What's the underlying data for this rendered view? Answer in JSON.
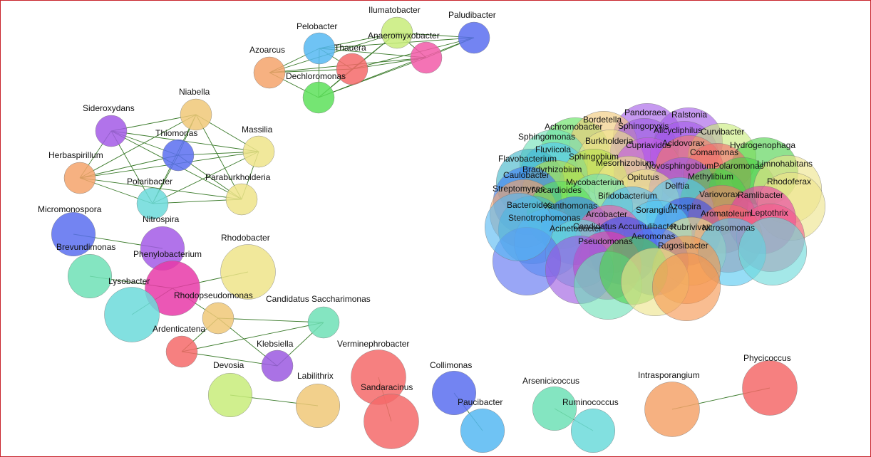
{
  "colors": {
    "edge": "#3a7a2a",
    "frame_border": "#c8232b",
    "palette": {
      "salmon": "#f4a36b",
      "sky": "#56b8f2",
      "lime": "#c8ec7a",
      "red": "#f46a6a",
      "pink": "#f25aa8",
      "indigo": "#5a6ff0",
      "green": "#5de05a",
      "violet": "#a35ae6",
      "tan": "#f0c878",
      "yellow": "#eee48a",
      "cyan": "#6cdada",
      "mint": "#6ee0b6",
      "magenta": "#e83aa8",
      "purple": "#9b59e0",
      "orange": "#f5944e",
      "blue": "#3c7cf0",
      "grass": "#4ed14a",
      "teal": "#3fb5c8",
      "coral": "#f27a6a",
      "olive": "#b6e04a",
      "navy": "#3b4fe8",
      "plum": "#c05ae0",
      "aqua": "#55c8f0",
      "rose": "#f25a8a"
    }
  },
  "nodes": [
    {
      "id": "Azoarcus",
      "label": "Azoarcus",
      "color": "salmon",
      "size": 1
    },
    {
      "id": "Pelobacter",
      "label": "Pelobacter",
      "color": "sky",
      "size": 1
    },
    {
      "id": "Ilumatobacter",
      "label": "Ilumatobacter",
      "color": "lime",
      "size": 1
    },
    {
      "id": "Paludibacter",
      "label": "Paludibacter",
      "color": "indigo",
      "size": 1
    },
    {
      "id": "Thauera",
      "label": "Thauera",
      "color": "red",
      "size": 1
    },
    {
      "id": "Anaeromyxobacter",
      "label": "Anaeromyxobacter",
      "color": "pink",
      "size": 1
    },
    {
      "id": "Dechloromonas",
      "label": "Dechloromonas",
      "color": "green",
      "size": 1
    },
    {
      "id": "Niabella",
      "label": "Niabella",
      "color": "tan",
      "size": 1
    },
    {
      "id": "Sideroxydans",
      "label": "Sideroxydans",
      "color": "violet",
      "size": 1
    },
    {
      "id": "Thiomonas",
      "label": "Thiomonas",
      "color": "indigo",
      "size": 1
    },
    {
      "id": "Massilia",
      "label": "Massilia",
      "color": "yellow",
      "size": 1
    },
    {
      "id": "Herbaspirillum",
      "label": "Herbaspirillum",
      "color": "salmon",
      "size": 1
    },
    {
      "id": "Polaribacter",
      "label": "Polaribacter",
      "color": "cyan",
      "size": 1
    },
    {
      "id": "Paraburkholderia",
      "label": "Paraburkholderia",
      "color": "yellow",
      "size": 1
    },
    {
      "id": "Micromonospora",
      "label": "Micromonospora",
      "color": "indigo",
      "size": 1.4
    },
    {
      "id": "Nitrospira",
      "label": "Nitrospira",
      "color": "violet",
      "size": 1.4
    },
    {
      "id": "Brevundimonas",
      "label": "Brevundimonas",
      "color": "mint",
      "size": 1.4
    },
    {
      "id": "Phenylobacterium",
      "label": "Phenylobacterium",
      "color": "magenta",
      "size": 1.75
    },
    {
      "id": "Rhodobacter",
      "label": "Rhodobacter",
      "color": "yellow",
      "size": 1.75
    },
    {
      "id": "Lysobacter",
      "label": "Lysobacter",
      "color": "cyan",
      "size": 1.75
    },
    {
      "id": "Rhodopseudomonas",
      "label": "Rhodopseudomonas",
      "color": "tan",
      "size": 1
    },
    {
      "id": "Candidatus Saccharimonas",
      "label": "Candidatus Saccharimonas",
      "color": "mint",
      "size": 1
    },
    {
      "id": "Ardenticatena",
      "label": "Ardenticatena",
      "color": "red",
      "size": 1
    },
    {
      "id": "Klebsiella",
      "label": "Klebsiella",
      "color": "purple",
      "size": 1
    },
    {
      "id": "Devosia",
      "label": "Devosia",
      "color": "lime",
      "size": 1.4
    },
    {
      "id": "Labilithrix",
      "label": "Labilithrix",
      "color": "tan",
      "size": 1.4
    },
    {
      "id": "Verminephrobacter",
      "label": "Verminephrobacter",
      "color": "red",
      "size": 1.75
    },
    {
      "id": "Sandaracinus",
      "label": "Sandaracinus",
      "color": "red",
      "size": 1.75
    },
    {
      "id": "Collimonas",
      "label": "Collimonas",
      "color": "indigo",
      "size": 1.4
    },
    {
      "id": "Paucibacter",
      "label": "Paucibacter",
      "color": "sky",
      "size": 1.4
    },
    {
      "id": "Arsenicicoccus",
      "label": "Arsenicicoccus",
      "color": "mint",
      "size": 1.4
    },
    {
      "id": "Ruminococcus",
      "label": "Ruminococcus",
      "color": "cyan",
      "size": 1.4
    },
    {
      "id": "Intrasporangium",
      "label": "Intrasporangium",
      "color": "salmon",
      "size": 1.75
    },
    {
      "id": "Phycicoccus",
      "label": "Phycicoccus",
      "color": "red",
      "size": 1.75
    },
    {
      "id": "Pandoraea",
      "label": "Pandoraea",
      "color": "violet",
      "size": 1.4
    },
    {
      "id": "Ralstonia",
      "label": "Ralstonia",
      "color": "violet",
      "size": 1.4
    },
    {
      "id": "Achromobacter",
      "label": "Achromobacter",
      "color": "green",
      "size": 1.4
    },
    {
      "id": "Bordetella",
      "label": "Bordetella",
      "color": "tan",
      "size": 1.4
    },
    {
      "id": "Sphingopyxis",
      "label": "Sphingopyxis",
      "color": "purple",
      "size": 1.4
    },
    {
      "id": "Alicycliphilus",
      "label": "Alicycliphilus",
      "color": "violet",
      "size": 1.4
    },
    {
      "id": "Curvibacter",
      "label": "Curvibacter",
      "color": "lime",
      "size": 1.4
    },
    {
      "id": "Sphingomonas",
      "label": "Sphingomonas",
      "color": "mint",
      "size": 1.4
    },
    {
      "id": "Burkholderia",
      "label": "Burkholderia",
      "color": "yellow",
      "size": 1.4
    },
    {
      "id": "Hydrogenophaga",
      "label": "Hydrogenophaga",
      "color": "grass",
      "size": 1.4
    },
    {
      "id": "Fluviicola",
      "label": "Fluviicola",
      "color": "aqua",
      "size": 1.4
    },
    {
      "id": "Cupriavidus",
      "label": "Cupriavidus",
      "color": "plum",
      "size": 1.4
    },
    {
      "id": "Acidovorax",
      "label": "Acidovorax",
      "color": "coral",
      "size": 1.4
    },
    {
      "id": "Comamonas",
      "label": "Comamonas",
      "color": "red",
      "size": 1.4
    },
    {
      "id": "Sphingobium",
      "label": "Sphingobium",
      "color": "olive",
      "size": 1.4
    },
    {
      "id": "Flavobacterium",
      "label": "Flavobacterium",
      "color": "teal",
      "size": 1.4
    },
    {
      "id": "Mesorhizobium",
      "label": "Mesorhizobium",
      "color": "yellow",
      "size": 1.4
    },
    {
      "id": "Novosphingobium",
      "label": "Novosphingobium",
      "color": "purple",
      "size": 1.4
    },
    {
      "id": "Polaromonas",
      "label": "Polaromonas",
      "color": "grass",
      "size": 1.4
    },
    {
      "id": "Limnohabitans",
      "label": "Limnohabitans",
      "color": "yellow",
      "size": 1.4
    },
    {
      "id": "Bradyrhizobium",
      "label": "Bradyrhizobium",
      "color": "olive",
      "size": 1.4
    },
    {
      "id": "Caulobacter",
      "label": "Caulobacter",
      "color": "blue",
      "size": 1.4
    },
    {
      "id": "Opitutus",
      "label": "Opitutus",
      "color": "yellow",
      "size": 1.4
    },
    {
      "id": "Methylibium",
      "label": "Methylibium",
      "color": "grass",
      "size": 1.4
    },
    {
      "id": "Mycobacterium",
      "label": "Mycobacterium",
      "color": "mint",
      "size": 1.4
    },
    {
      "id": "Delftia",
      "label": "Delftia",
      "color": "aqua",
      "size": 1.4
    },
    {
      "id": "Rhodoferax",
      "label": "Rhodoferax",
      "color": "yellow",
      "size": 1.4
    },
    {
      "id": "Streptomyces",
      "label": "Streptomyces",
      "color": "salmon",
      "size": 1.4
    },
    {
      "id": "Nocardioides",
      "label": "Nocardioides",
      "color": "green",
      "size": 1.4
    },
    {
      "id": "Bifidobacterium",
      "label": "Bifidobacterium",
      "color": "sky",
      "size": 1.4
    },
    {
      "id": "Variovorax",
      "label": "Variovorax",
      "color": "coral",
      "size": 1.4
    },
    {
      "id": "Ramlibacter",
      "label": "Ramlibacter",
      "color": "magenta",
      "size": 1.4
    },
    {
      "id": "Xanthomonas",
      "label": "Xanthomonas",
      "color": "blue",
      "size": 1.4
    },
    {
      "id": "Bacteroides",
      "label": "Bacteroides",
      "color": "teal",
      "size": 1.4
    },
    {
      "id": "Azospira",
      "label": "Azospira",
      "color": "navy",
      "size": 1.4
    },
    {
      "id": "Sorangium",
      "label": "Sorangium",
      "color": "aqua",
      "size": 1.4
    },
    {
      "id": "Arcobacter",
      "label": "Arcobacter",
      "color": "pink",
      "size": 1.4
    },
    {
      "id": "Aromatoleum",
      "label": "Aromatoleum",
      "color": "red",
      "size": 1.4
    },
    {
      "id": "Leptothrix",
      "label": "Leptothrix",
      "color": "rose",
      "size": 1.4
    },
    {
      "id": "Stenotrophomonas",
      "label": "Stenotrophomonas",
      "color": "sky",
      "size": 1.4
    },
    {
      "id": "Candidatus Accumulibacter",
      "label": "Candidatus Accumulibacter",
      "color": "navy",
      "size": 1.4
    },
    {
      "id": "Rubrivivax",
      "label": "Rubrivivax",
      "color": "yellow",
      "size": 1.4
    },
    {
      "id": "Nitrosomonas",
      "label": "Nitrosomonas",
      "color": "aqua",
      "size": 1.4
    },
    {
      "id": "Acinetobacter",
      "label": "Acinetobacter",
      "color": "cyan",
      "size": 1.4
    },
    {
      "id": "Aeromonas",
      "label": "Aeromonas",
      "color": "indigo",
      "size": 1.4
    },
    {
      "id": "Pseudomonas",
      "label": "Pseudomonas",
      "color": "magenta",
      "size": 1.4
    },
    {
      "id": "Rugosibacter",
      "label": "Rugosibacter",
      "color": "orange",
      "size": 1.4
    },
    {
      "id": "C-blob-1",
      "label": "",
      "color": "indigo",
      "size": 1.4
    },
    {
      "id": "C-blob-2",
      "label": "",
      "color": "purple",
      "size": 1.4
    },
    {
      "id": "C-blob-3",
      "label": "",
      "color": "mint",
      "size": 1.4
    },
    {
      "id": "C-blob-4",
      "label": "",
      "color": "grass",
      "size": 1.4
    },
    {
      "id": "C-blob-5",
      "label": "",
      "color": "yellow",
      "size": 1.4
    },
    {
      "id": "C-blob-6",
      "label": "",
      "color": "orange",
      "size": 1.4
    },
    {
      "id": "C-blob-7",
      "label": "",
      "color": "cyan",
      "size": 1.4
    },
    {
      "id": "C-blob-8",
      "label": "",
      "color": "sky",
      "size": 1.4
    }
  ],
  "edges": [
    [
      "Azoarcus",
      "Pelobacter"
    ],
    [
      "Azoarcus",
      "Thauera"
    ],
    [
      "Azoarcus",
      "Ilumatobacter"
    ],
    [
      "Azoarcus",
      "Anaeromyxobacter"
    ],
    [
      "Azoarcus",
      "Dechloromonas"
    ],
    [
      "Pelobacter",
      "Ilumatobacter"
    ],
    [
      "Pelobacter",
      "Thauera"
    ],
    [
      "Pelobacter",
      "Anaeromyxobacter"
    ],
    [
      "Pelobacter",
      "Dechloromonas"
    ],
    [
      "Pelobacter",
      "Paludibacter"
    ],
    [
      "Ilumatobacter",
      "Thauera"
    ],
    [
      "Ilumatobacter",
      "Anaeromyxobacter"
    ],
    [
      "Ilumatobacter",
      "Paludibacter"
    ],
    [
      "Ilumatobacter",
      "Dechloromonas"
    ],
    [
      "Thauera",
      "Anaeromyxobacter"
    ],
    [
      "Thauera",
      "Paludibacter"
    ],
    [
      "Thauera",
      "Dechloromonas"
    ],
    [
      "Anaeromyxobacter",
      "Paludibacter"
    ],
    [
      "Anaeromyxobacter",
      "Dechloromonas"
    ],
    [
      "Paludibacter",
      "Dechloromonas"
    ],
    [
      "Niabella",
      "Sideroxydans"
    ],
    [
      "Niabella",
      "Thiomonas"
    ],
    [
      "Niabella",
      "Massilia"
    ],
    [
      "Niabella",
      "Herbaspirillum"
    ],
    [
      "Niabella",
      "Polaribacter"
    ],
    [
      "Niabella",
      "Paraburkholderia"
    ],
    [
      "Sideroxydans",
      "Thiomonas"
    ],
    [
      "Sideroxydans",
      "Massilia"
    ],
    [
      "Sideroxydans",
      "Herbaspirillum"
    ],
    [
      "Sideroxydans",
      "Polaribacter"
    ],
    [
      "Sideroxydans",
      "Paraburkholderia"
    ],
    [
      "Thiomonas",
      "Massilia"
    ],
    [
      "Thiomonas",
      "Herbaspirillum"
    ],
    [
      "Thiomonas",
      "Polaribacter"
    ],
    [
      "Thiomonas",
      "Paraburkholderia"
    ],
    [
      "Massilia",
      "Herbaspirillum"
    ],
    [
      "Massilia",
      "Polaribacter"
    ],
    [
      "Massilia",
      "Paraburkholderia"
    ],
    [
      "Herbaspirillum",
      "Polaribacter"
    ],
    [
      "Herbaspirillum",
      "Paraburkholderia"
    ],
    [
      "Polaribacter",
      "Paraburkholderia"
    ],
    [
      "Micromonospora",
      "Nitrospira"
    ],
    [
      "Brevundimonas",
      "Phenylobacterium"
    ],
    [
      "Phenylobacterium",
      "Rhodobacter"
    ],
    [
      "Lysobacter",
      "Phenylobacterium"
    ],
    [
      "Rhodopseudomonas",
      "Candidatus Saccharimonas"
    ],
    [
      "Rhodopseudomonas",
      "Ardenticatena"
    ],
    [
      "Rhodopseudomonas",
      "Klebsiella"
    ],
    [
      "Rhodopseudomonas",
      "Phenylobacterium"
    ],
    [
      "Ardenticatena",
      "Candidatus Saccharimonas"
    ],
    [
      "Ardenticatena",
      "Klebsiella"
    ],
    [
      "Klebsiella",
      "Candidatus Saccharimonas"
    ],
    [
      "Devosia",
      "Labilithrix"
    ],
    [
      "Verminephrobacter",
      "Sandaracinus"
    ],
    [
      "Collimonas",
      "Paucibacter"
    ],
    [
      "Arsenicicoccus",
      "Ruminococcus"
    ],
    [
      "Intrasporangium",
      "Phycicoccus"
    ]
  ]
}
